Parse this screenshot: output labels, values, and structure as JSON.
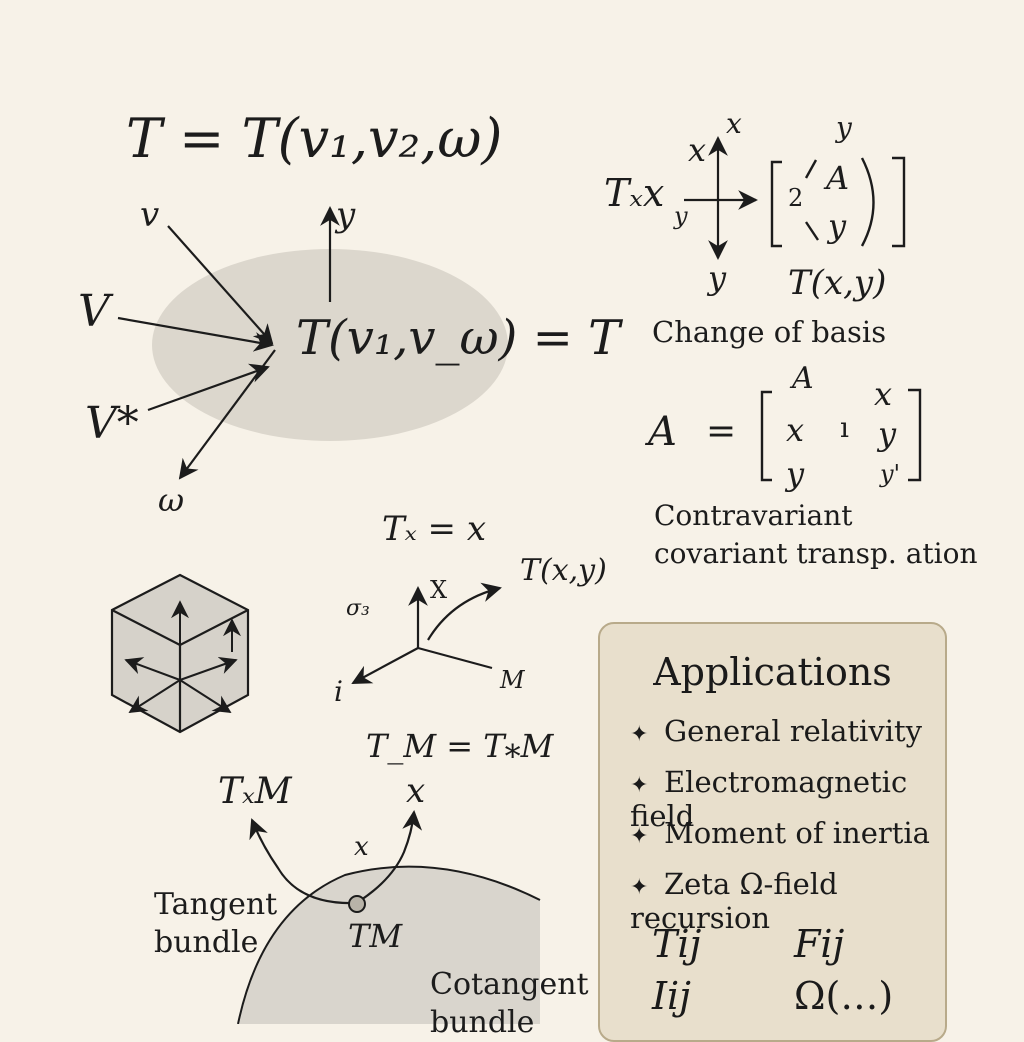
{
  "main_equation": "T = T(v₁,v₂,ω)",
  "vectors": {
    "v_lower": "v",
    "v_upper": "V",
    "v_star": "V*",
    "omega": "ω",
    "y_up": "y"
  },
  "center_equation": "T(v₁,v_ω) = T",
  "change_of_basis": {
    "label_left": "Tₓx",
    "label_left_sub": "y",
    "axis_x_outer": "x",
    "axis_x_inner": "x",
    "axis_y_bottom": "y",
    "matrix_top": "y",
    "matrix_two": "2",
    "matrix_A": "A",
    "matrix_y": "y",
    "function_label": "T(x,y)",
    "caption": "Change of basis"
  },
  "matrix_eq": {
    "lhs": "A",
    "equals": "=",
    "top": "A",
    "col1_r2": "x",
    "col1_r3": "y",
    "mid": "ı",
    "col2_r1": "x",
    "col2_r2": "y",
    "col2_r3": "y'"
  },
  "contravariant": {
    "line1": "Contravariant",
    "line2": "covariant transp. ation"
  },
  "coord_diagram": {
    "title": "Tₓ = x",
    "curve_label": "T(x,y)",
    "sigma": "σ₃",
    "axis_X": "X",
    "axis_i": "i",
    "axis_M": "M"
  },
  "tangent": {
    "top_label": "T_M = T⁎M",
    "left_label": "TₓM",
    "right_label": "x",
    "mid_label": "x",
    "point_label": "TM",
    "tangent_bundle_1": "Tangent",
    "tangent_bundle_2": "bundle",
    "cotangent_1": "Cotangent",
    "cotangent_2": "bundle"
  },
  "applications": {
    "title": "Applications",
    "bullet_icon": "four-point-star",
    "items": [
      "General relativity",
      "Electromagnetic field",
      "Moment of inertia",
      "Zeta Ω-field recursion"
    ],
    "symbols": [
      "Tij",
      "Fij",
      "Iij",
      "Ω(…)"
    ]
  },
  "colors": {
    "background": "#f7f2e8",
    "blob": "#dcd7cd",
    "panel": "#e8dfcc",
    "panel_border": "#b8aa8a",
    "cube_face": "#d6d2ca",
    "ink": "#1c1c1c"
  }
}
